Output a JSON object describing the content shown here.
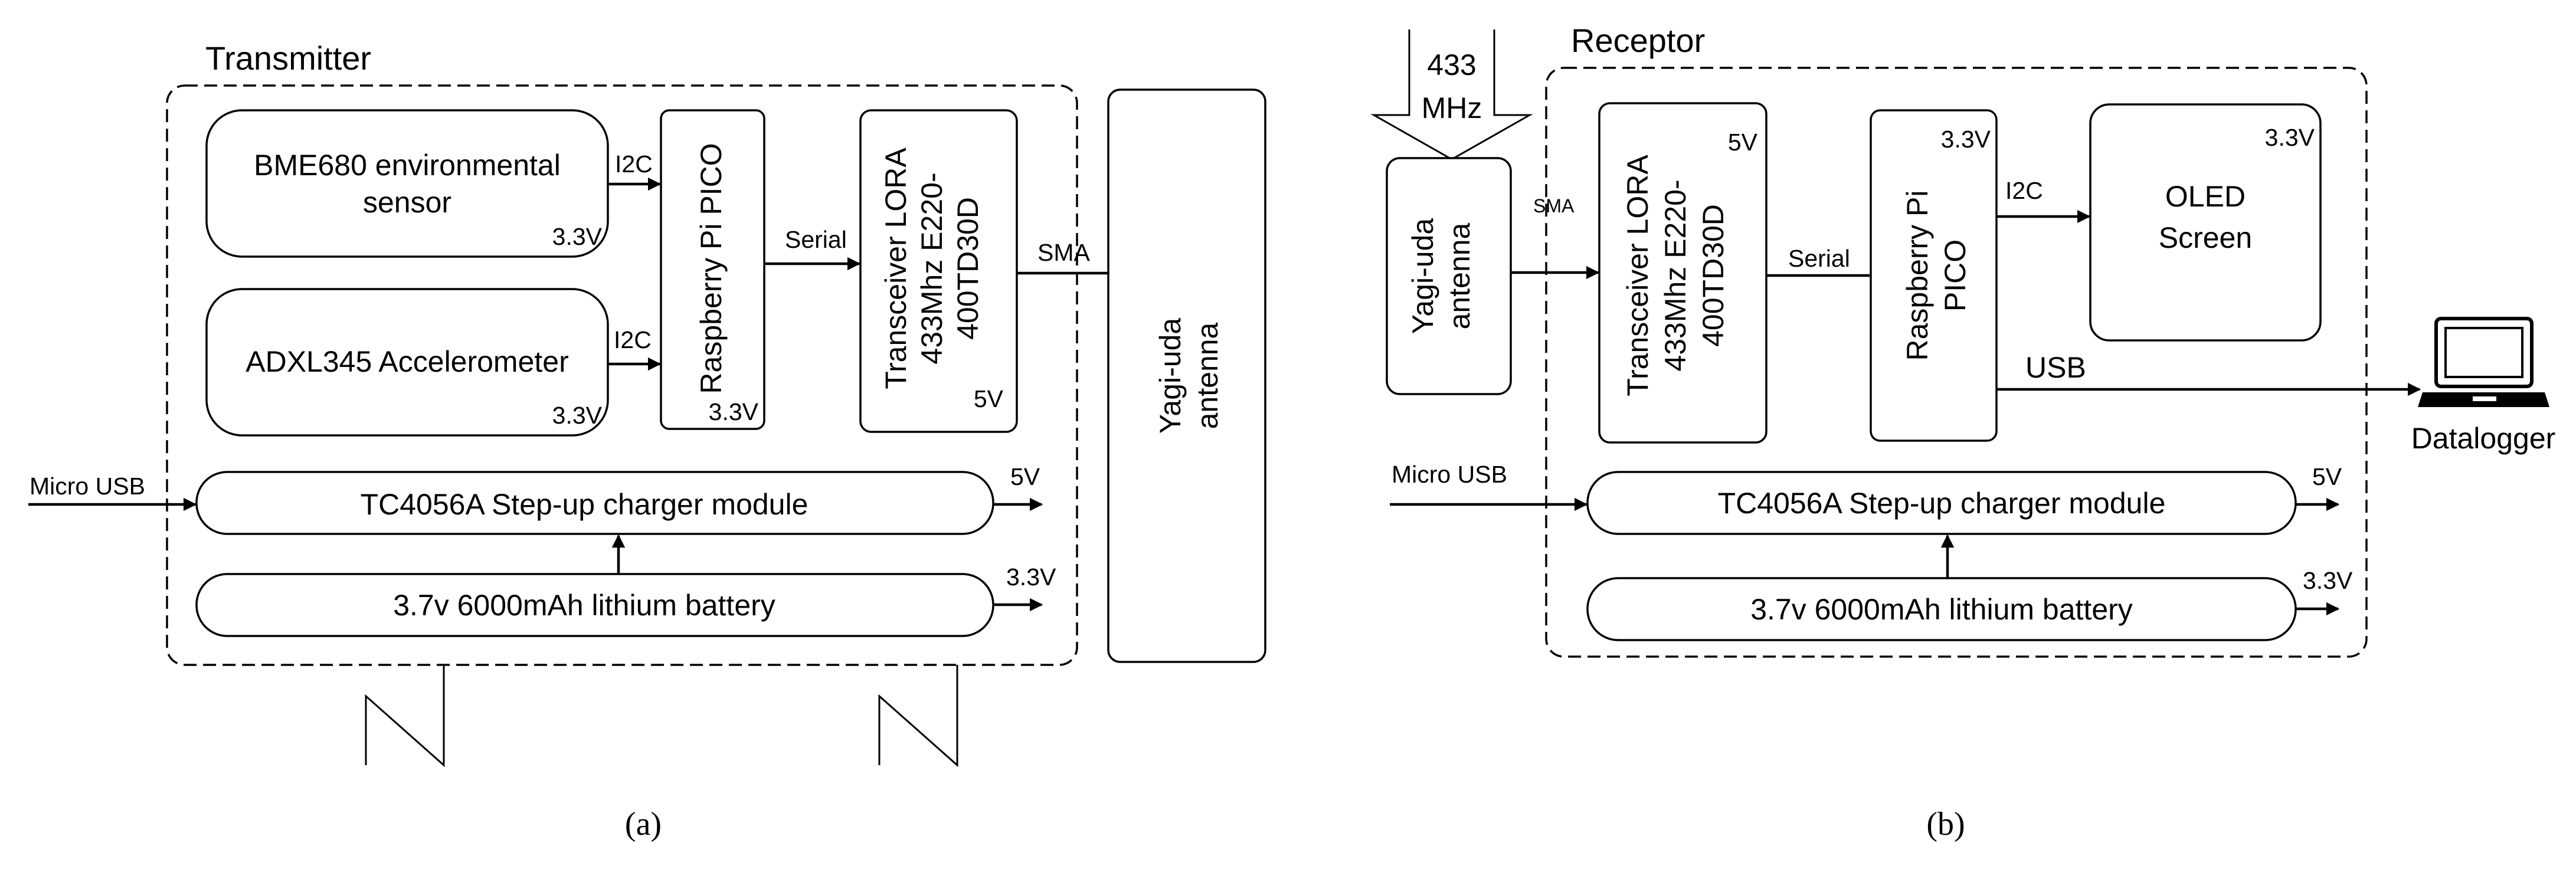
{
  "panel_a": {
    "title": "Transmitter",
    "caption": "(a)",
    "bme680": {
      "line1": "BME680 environmental",
      "line2": "sensor",
      "voltage": "3.3V"
    },
    "adxl345": {
      "label": "ADXL345 Accelerometer",
      "voltage": "3.3V"
    },
    "pico": {
      "label": "Raspberry Pi PICO",
      "voltage": "3.3V"
    },
    "lora": {
      "line1": "Transceiver LORA",
      "line2": "433Mhz E220-",
      "line3": "400TD30D",
      "voltage": "5V"
    },
    "antenna": {
      "line1": "Yagi-uda",
      "line2": "antenna"
    },
    "charger": {
      "label": "TC4056A Step-up charger module"
    },
    "battery": {
      "label": "3.7v 6000mAh lithium battery"
    },
    "links": {
      "i2c_1": "I2C",
      "i2c_2": "I2C",
      "serial": "Serial",
      "sma": "SMA",
      "micro_usb": "Micro USB",
      "out_5v": "5V",
      "out_3v3": "3.3V"
    }
  },
  "panel_b": {
    "title": "Receptor",
    "caption": "(b)",
    "signal": {
      "line1": "433",
      "line2": "MHz"
    },
    "antenna": {
      "line1": "Yagi-uda",
      "line2": "antenna"
    },
    "lora": {
      "line1": "Transceiver LORA",
      "line2": "433Mhz E220-",
      "line3": "400TD30D",
      "voltage": "5V"
    },
    "pico": {
      "line1": "Raspberry Pi",
      "line2": "PICO",
      "voltage": "3.3V"
    },
    "oled": {
      "line1": "OLED",
      "line2": "Screen",
      "voltage": "3.3V"
    },
    "datalogger": {
      "label": "Datalogger"
    },
    "charger": {
      "label": "TC4056A Step-up charger module"
    },
    "battery": {
      "label": "3.7v 6000mAh lithium battery"
    },
    "links": {
      "sma": "SMA",
      "serial": "Serial",
      "i2c": "I2C",
      "usb": "USB",
      "micro_usb": "Micro USB",
      "out_5v": "5V",
      "out_3v3": "3.3V"
    }
  }
}
